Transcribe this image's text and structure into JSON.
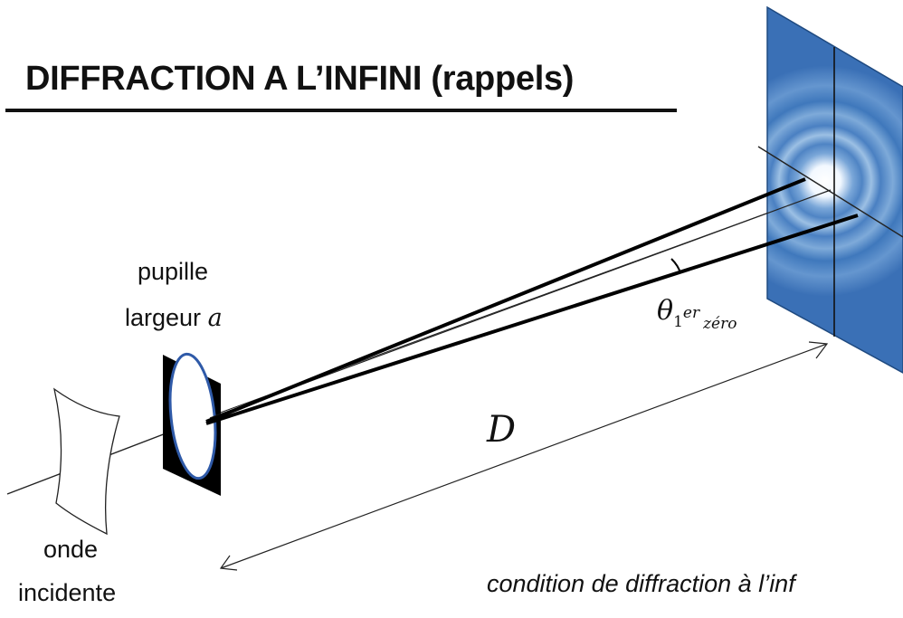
{
  "title": "DIFFRACTION A L’INFINI (rappels)",
  "pupil": {
    "label_line1": "pupille",
    "label_line2": "largeur",
    "width_symbol": "a"
  },
  "wave": {
    "label_line1": "onde",
    "label_line2": "incidente"
  },
  "distance_symbol": "D",
  "angle": {
    "symbol": "θ",
    "subscript_main": "1",
    "superscript": "er",
    "subscript_word": "zéro"
  },
  "condition_text": "condition de diffraction à l’inf",
  "colors": {
    "screen": "#3a70b6",
    "screen_dark": "#2a5893",
    "pupil_frame": "#000000",
    "pupil_ring": "#2f5aa8"
  }
}
